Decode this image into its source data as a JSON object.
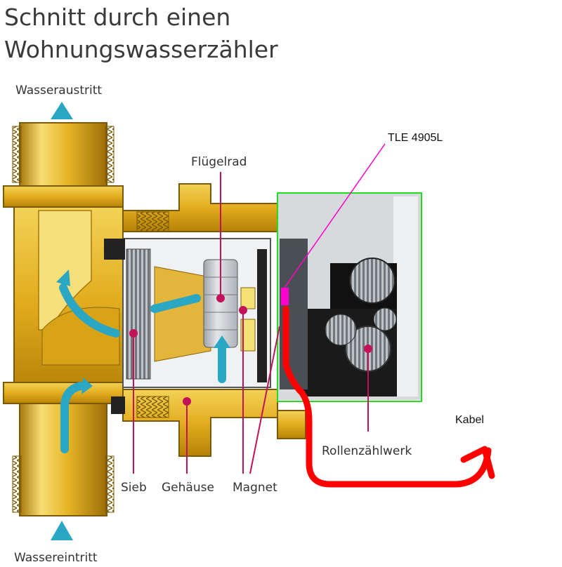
{
  "title": {
    "line1": "Schnitt durch einen",
    "line2": "Wohnungswasserzähler"
  },
  "labels": {
    "outlet": "Wasseraustritt",
    "inlet": "Wassereintritt",
    "impeller": "Flügelrad",
    "sensor": "TLE 4905L",
    "cable": "Kabel",
    "counter": "Rollenzählwerk",
    "strainer": "Sieb",
    "housing": "Gehäuse",
    "magnet": "Magnet"
  },
  "colors": {
    "brass": "#e8b830",
    "brass_dark": "#b9860d",
    "brass_light": "#f6dc6a",
    "flow_arrow": "#2ba7c4",
    "leader": "#c4125a",
    "sensor_pointer": "#ff00cc",
    "cable": "#ff0000",
    "counter_box": "#22dd22",
    "counter_body": "#c8cdd2"
  },
  "icons": {
    "outlet_arrow": "triangle-up-icon",
    "inlet_arrow": "triangle-up-icon",
    "flow": "flow-arrow-icon"
  }
}
